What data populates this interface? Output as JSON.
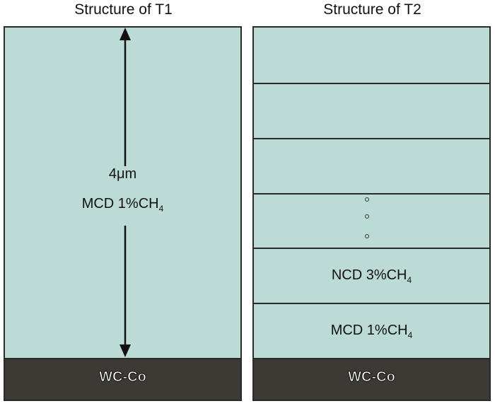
{
  "titles": {
    "t1": "Structure of T1",
    "t2": "Structure of T2"
  },
  "t1": {
    "thickness": "4μm",
    "film_label": "MCD 1%CH",
    "film_label_sub": "4",
    "substrate": "WC-Co"
  },
  "t2": {
    "layer_ncd_label": "NCD 3%CH",
    "layer_ncd_sub": "4",
    "layer_mcd_label": "MCD 1%CH",
    "layer_mcd_sub": "4",
    "substrate": "WC-Co"
  },
  "colors": {
    "film": "#bcdad6",
    "substrate": "#3d3a36",
    "outline": "#2a2a2a"
  }
}
